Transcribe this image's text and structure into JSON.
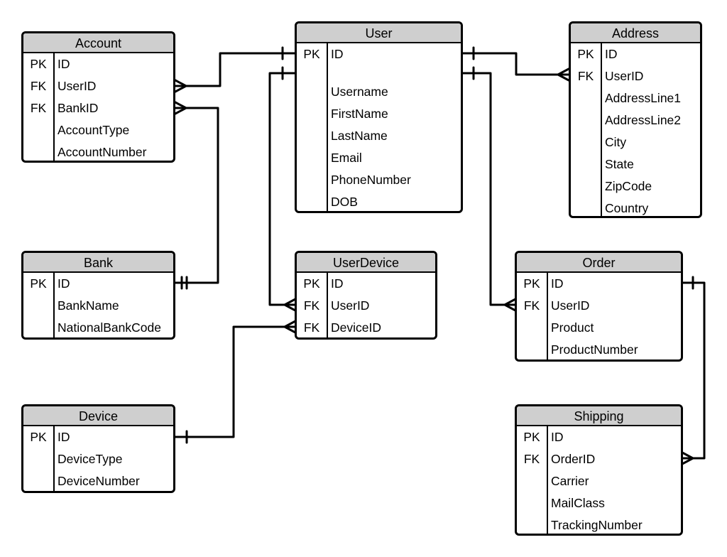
{
  "entities": {
    "account": {
      "title": "Account",
      "rows": [
        {
          "key": "PK",
          "name": "ID"
        },
        {
          "key": "FK",
          "name": "UserID"
        },
        {
          "key": "FK",
          "name": "BankID"
        },
        {
          "key": "",
          "name": "AccountType"
        },
        {
          "key": "",
          "name": "AccountNumber"
        }
      ]
    },
    "user": {
      "title": "User",
      "rows": [
        {
          "key": "PK",
          "name": "ID"
        },
        {
          "key": "",
          "name": "",
          "spacer": true
        },
        {
          "key": "",
          "name": "Username"
        },
        {
          "key": "",
          "name": "FirstName"
        },
        {
          "key": "",
          "name": "LastName"
        },
        {
          "key": "",
          "name": "Email"
        },
        {
          "key": "",
          "name": "PhoneNumber"
        },
        {
          "key": "",
          "name": "DOB"
        }
      ]
    },
    "address": {
      "title": "Address",
      "rows": [
        {
          "key": "PK",
          "name": "ID"
        },
        {
          "key": "FK",
          "name": "UserID"
        },
        {
          "key": "",
          "name": "AddressLine1"
        },
        {
          "key": "",
          "name": "AddressLine2"
        },
        {
          "key": "",
          "name": "City"
        },
        {
          "key": "",
          "name": "State"
        },
        {
          "key": "",
          "name": "ZipCode"
        },
        {
          "key": "",
          "name": "Country"
        }
      ]
    },
    "bank": {
      "title": "Bank",
      "rows": [
        {
          "key": "PK",
          "name": "ID"
        },
        {
          "key": "",
          "name": "BankName"
        },
        {
          "key": "",
          "name": "NationalBankCode"
        }
      ]
    },
    "userdevice": {
      "title": "UserDevice",
      "rows": [
        {
          "key": "PK",
          "name": "ID"
        },
        {
          "key": "FK",
          "name": "UserID"
        },
        {
          "key": "FK",
          "name": "DeviceID"
        }
      ]
    },
    "order": {
      "title": "Order",
      "rows": [
        {
          "key": "PK",
          "name": "ID"
        },
        {
          "key": "FK",
          "name": "UserID"
        },
        {
          "key": "",
          "name": "Product"
        },
        {
          "key": "",
          "name": "ProductNumber"
        }
      ]
    },
    "device": {
      "title": "Device",
      "rows": [
        {
          "key": "PK",
          "name": "ID"
        },
        {
          "key": "",
          "name": "DeviceType"
        },
        {
          "key": "",
          "name": "DeviceNumber"
        }
      ]
    },
    "shipping": {
      "title": "Shipping",
      "rows": [
        {
          "key": "PK",
          "name": "ID"
        },
        {
          "key": "FK",
          "name": "OrderID"
        },
        {
          "key": "",
          "name": "Carrier"
        },
        {
          "key": "",
          "name": "MailClass"
        },
        {
          "key": "",
          "name": "TrackingNumber"
        }
      ]
    }
  },
  "relationships": [
    {
      "from": "user",
      "to": "account",
      "from_end": "one",
      "to_end": "many"
    },
    {
      "from": "bank",
      "to": "account",
      "from_end": "one-mandatory",
      "to_end": "many"
    },
    {
      "from": "user",
      "to": "address",
      "from_end": "one",
      "to_end": "many"
    },
    {
      "from": "user",
      "to": "userdevice",
      "from_end": "one",
      "to_end": "many"
    },
    {
      "from": "user",
      "to": "order",
      "from_end": "one",
      "to_end": "many"
    },
    {
      "from": "device",
      "to": "userdevice",
      "from_end": "one",
      "to_end": "many"
    },
    {
      "from": "order",
      "to": "shipping",
      "from_end": "one",
      "to_end": "many"
    }
  ]
}
